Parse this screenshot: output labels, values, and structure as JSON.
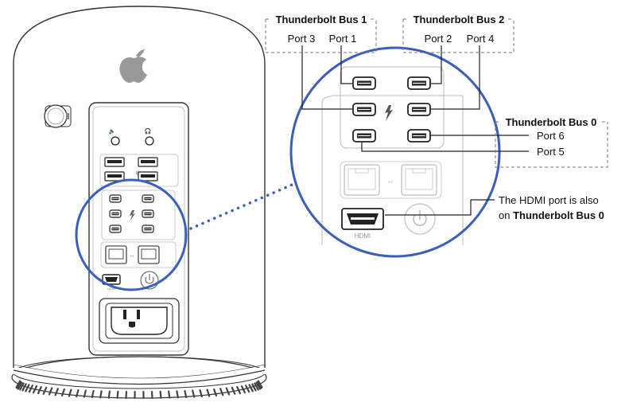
{
  "colors": {
    "highlight_circle": "#3a5fba",
    "outline": "#333333",
    "port": "#222222",
    "callout_border": "#777777"
  },
  "bus_groups": [
    {
      "title": "Thunderbolt Bus 1",
      "ports": [
        "Port 3",
        "Port 1"
      ]
    },
    {
      "title": "Thunderbolt Bus 2",
      "ports": [
        "Port 2",
        "Port 4"
      ]
    },
    {
      "title": "Thunderbolt Bus 0",
      "ports": [
        "Port 6",
        "Port 5"
      ]
    }
  ],
  "hdmi_note": {
    "line1": "The HDMI port is also",
    "line2_prefix": "on ",
    "line2_bold": "Thunderbolt Bus 0"
  },
  "port_labels": {
    "hdmi": "HDMI"
  },
  "icons": {
    "logo": "apple-logo-icon",
    "speaker": "speaker-icon",
    "headphones": "headphones-icon",
    "usb": "usb-icon",
    "thunderbolt": "thunderbolt-icon",
    "ethernet_link": "ethernet-link-icon",
    "power": "power-icon"
  }
}
